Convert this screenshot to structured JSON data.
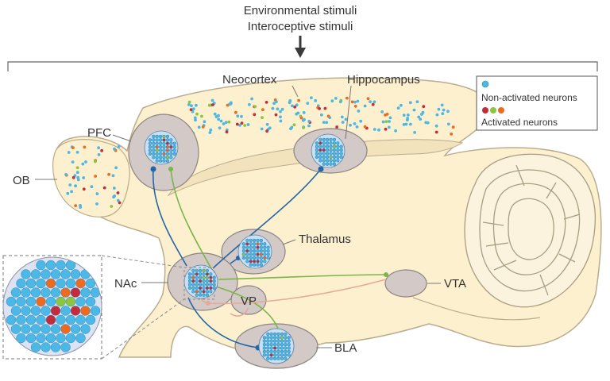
{
  "header": {
    "line1": "Environmental stimuli",
    "line2": "Interoceptive stimuli"
  },
  "regions": {
    "neocortex": "Neocortex",
    "hippocampus": "Hippocampus",
    "pfc": "PFC",
    "ob": "OB",
    "thalamus": "Thalamus",
    "nac": "NAc",
    "vp": "VP",
    "vta": "VTA",
    "bla": "BLA"
  },
  "legend": {
    "non_activated": "Non-activated neurons",
    "activated": "Activated neurons"
  },
  "colors": {
    "brain_fill": "#fdf0cf",
    "brain_stroke": "#b9ad8e",
    "region_fill": "#d3c9c6",
    "cluster_fill": "#c9dff2",
    "neuron_blue": "#4bb8e6",
    "neuron_red": "#c42b3c",
    "neuron_green": "#8cc63f",
    "neuron_orange": "#ee6a1f",
    "path_blue": "#2367a6",
    "path_green": "#7ab648",
    "path_pink": "#e8a89a"
  }
}
